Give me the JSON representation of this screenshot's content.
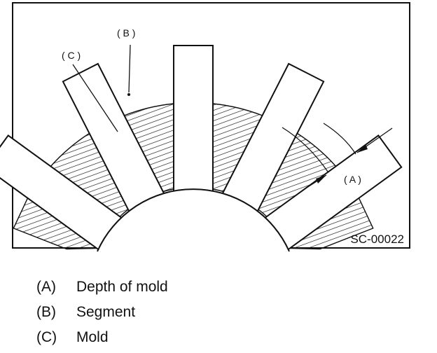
{
  "figure": {
    "code": "SC-00022",
    "callouts": {
      "a": "( A )",
      "b": "( B )",
      "c": "( C )"
    }
  },
  "legend": [
    {
      "key": "(A)",
      "text": "Depth of mold"
    },
    {
      "key": "(B)",
      "text": "Segment"
    },
    {
      "key": "(C)",
      "text": "Mold"
    }
  ]
}
